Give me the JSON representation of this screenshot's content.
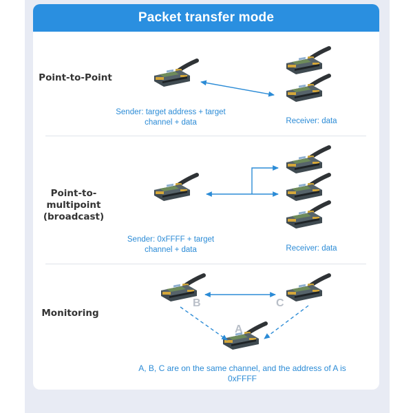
{
  "title": "Packet transfer mode",
  "colors": {
    "accent": "#2a8fe0",
    "arrow": "#2b8bd6",
    "background": "#e8ebf4",
    "board": "#3f4a50"
  },
  "sections": {
    "p2p": {
      "label": "Point-to-Point",
      "sender_caption": "Sender: target address + target channel + data",
      "receiver_caption": "Receiver: data"
    },
    "multipoint": {
      "label": "Point-to-multipoint (broadcast)",
      "sender_caption": "Sender:  0xFFFF + target channel + data",
      "receiver_caption": "Receiver: data"
    },
    "monitoring": {
      "label": "Monitoring",
      "node_b": "B",
      "node_c": "C",
      "node_a": "A",
      "caption": "A, B, C are on the same channel, and the address of A is 0xFFFF"
    }
  },
  "icons": {
    "module": "lora-hat-module-icon"
  }
}
